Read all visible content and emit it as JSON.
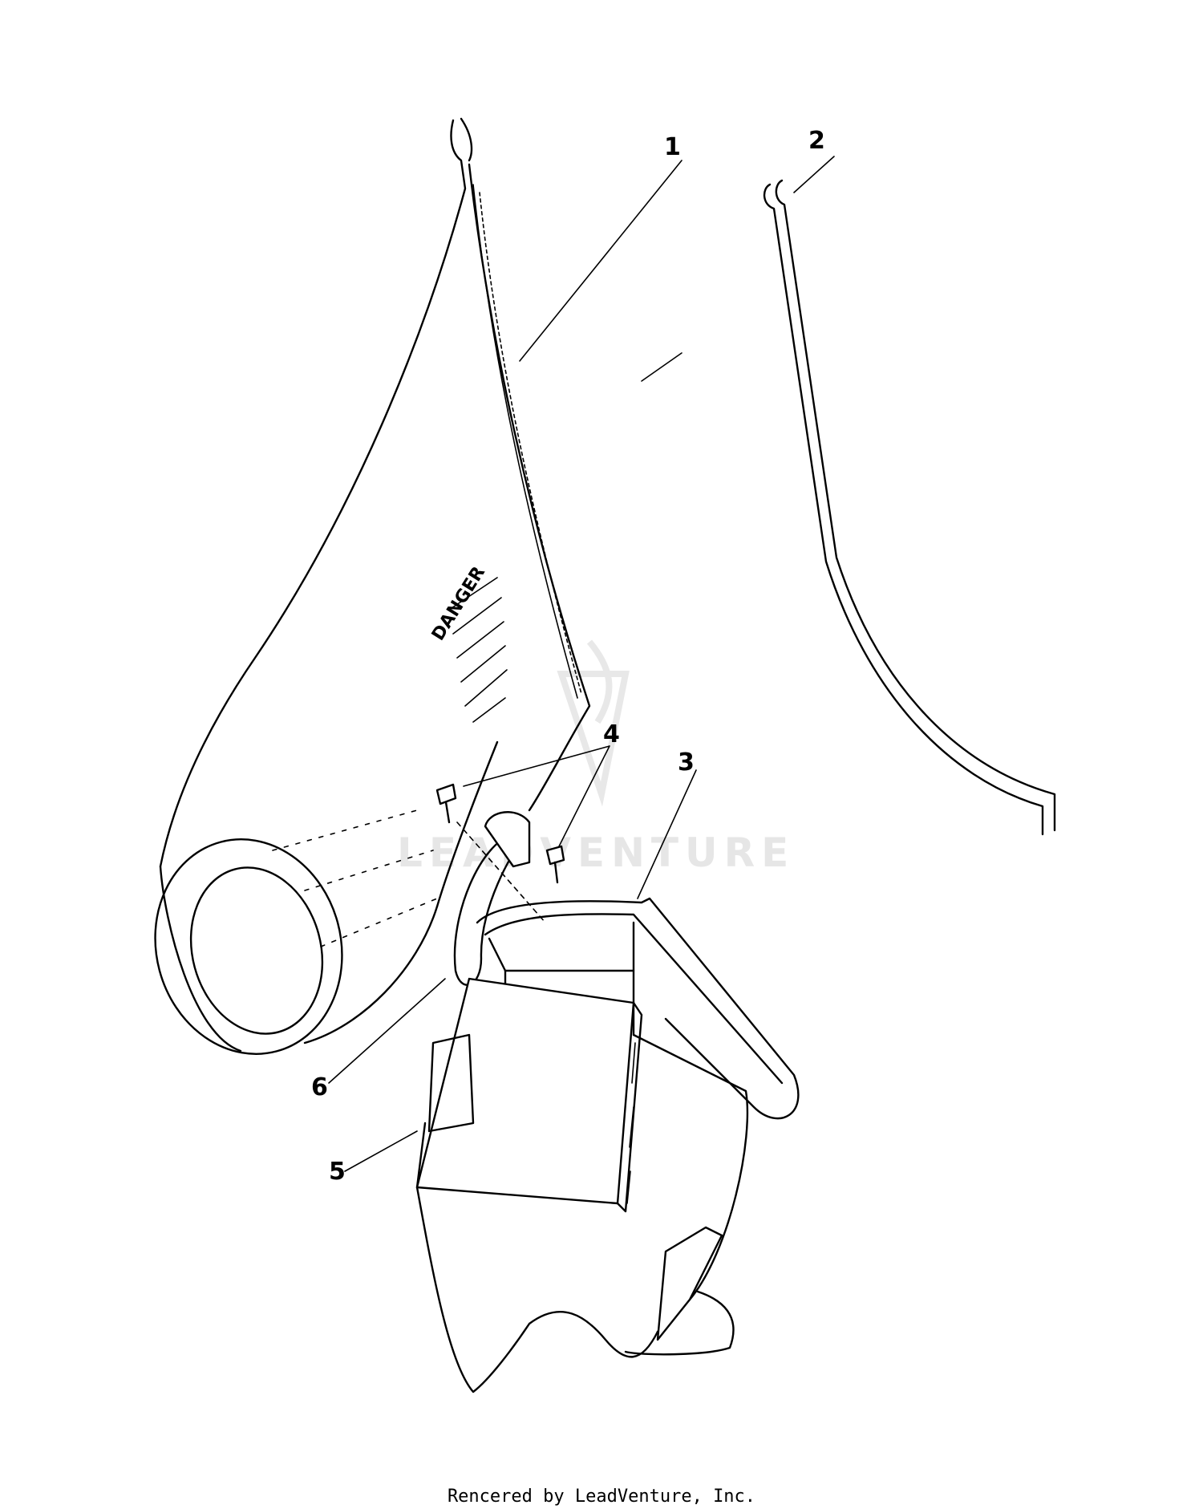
{
  "diagram": {
    "callouts": [
      "1",
      "2",
      "3",
      "4",
      "5",
      "6"
    ],
    "decal_text": "DANGER",
    "watermark": "LEADVENTURE",
    "credit": "Rencered by LeadVenture, Inc."
  },
  "colors": {
    "line": "#000000",
    "background": "#ffffff",
    "watermark": "#e6e6e6"
  }
}
